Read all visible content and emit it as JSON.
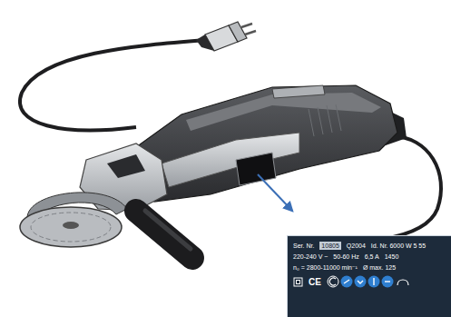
{
  "diagram": {
    "nodes": [
      {
        "text": [
          "Ser. Nr.",
          "10805",
          "Q2004",
          "Id. Nr. 6000 W 5 55",
          "220-240 V ~",
          "50-60 Hz",
          "6,5 A",
          "1450",
          "n₀ = 2800-11000 min⁻¹",
          "Ø max. 125",
          "CE"
        ]
      }
    ]
  }
}
